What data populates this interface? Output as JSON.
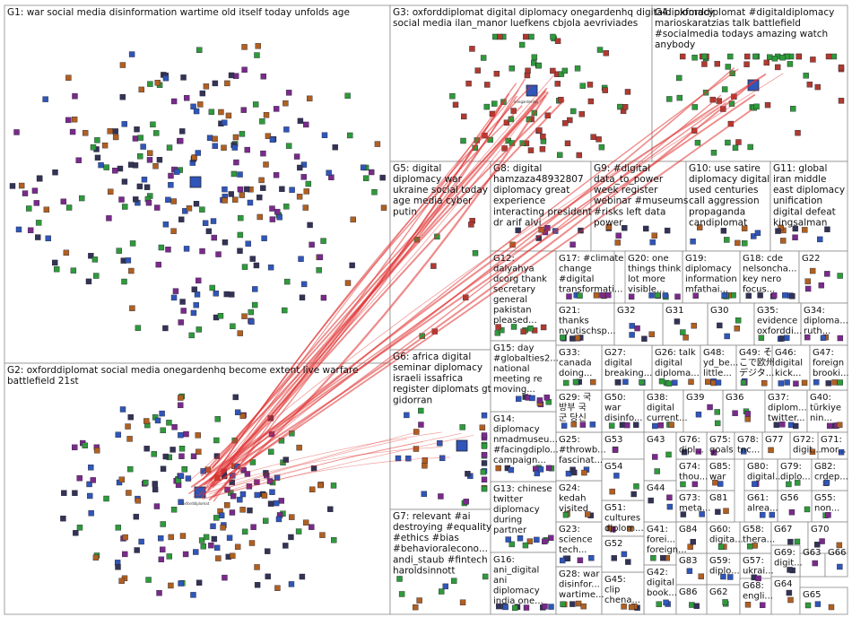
{
  "groups": [
    {
      "id": "G1",
      "lines": [
        "G1: war social media disinformation wartime old itself today unfolds age"
      ]
    },
    {
      "id": "G2",
      "lines": [
        "G2: oxforddiplomat social media onegardenhq become extent live warfare",
        "battlefield 21st"
      ]
    },
    {
      "id": "G3",
      "lines": [
        "G3: oxforddiplomat digital diplomacy onegardenhq digitaldiplomacy",
        "social media ilan_manor luefkens cbjola aevriviades"
      ]
    },
    {
      "id": "G4",
      "lines": [
        "G4: oxforddiplomat #digitaldiplomacy",
        "marioskaratzias talk battlefield",
        "#socialmedia todays amazing watch",
        "anybody"
      ]
    },
    {
      "id": "G5",
      "lines": [
        "G5: digital",
        "diplomacy war",
        "ukraine social today",
        "age media cyber",
        "putin"
      ]
    },
    {
      "id": "G6",
      "lines": [
        "G6: africa digital",
        "seminar diplomacy",
        "israeli issafrica",
        "register diplomats gt",
        "gidorran"
      ]
    },
    {
      "id": "G7",
      "lines": [
        "G7: relevant #ai",
        "destroying #equality",
        "#ethics #bias",
        "#behavioraleconо...",
        "andi_staub #fintech",
        "haroldsinnott"
      ]
    },
    {
      "id": "G8",
      "lines": [
        "G8: digital",
        "hamzaza48932807",
        "diplomacy great",
        "experience",
        "interacting president",
        "dr arif alvi"
      ]
    },
    {
      "id": "G9",
      "lines": [
        "G9: #digital",
        "data_to_power",
        "week register",
        "webinar #museums",
        "#risks left data",
        "power"
      ]
    },
    {
      "id": "G10",
      "lines": [
        "G10: use satire",
        "diplomacy digital",
        "used centuries",
        "call aggression",
        "propaganda",
        "candiplomat"
      ]
    },
    {
      "id": "G11",
      "lines": [
        "G11: global",
        "iran middle",
        "east diplomacy",
        "unification",
        "digital defeat",
        "kingsalman"
      ]
    },
    {
      "id": "G12",
      "lines": [
        "G12:",
        "dalyahya",
        "dcorg thank",
        "secretary",
        "general",
        "pakistan",
        "pleased..."
      ]
    },
    {
      "id": "G13",
      "lines": [
        "G13: chinese",
        "twitter",
        "diplomacy",
        "during",
        "partner"
      ]
    },
    {
      "id": "G14",
      "lines": [
        "G14:",
        "diplomacy",
        "nmadmuseu...",
        "#facingdiplo...",
        "campaign..."
      ]
    },
    {
      "id": "G15",
      "lines": [
        "G15: day",
        "#globalties2...",
        "national",
        "meeting re",
        "moving..."
      ]
    },
    {
      "id": "G16",
      "lines": [
        "G16:",
        "ani_digital",
        "ani",
        "diplomacy",
        "india one..."
      ]
    },
    {
      "id": "G17",
      "lines": [
        "G17: #climate",
        "change",
        "#digital",
        "transformati..."
      ]
    },
    {
      "id": "G18",
      "lines": [
        "G18: cde",
        "nelsoncha...",
        "key nero",
        "focus..."
      ]
    },
    {
      "id": "G19",
      "lines": [
        "G19:",
        "diplomacy",
        "information",
        "mfathai..."
      ]
    },
    {
      "id": "G20",
      "lines": [
        "G20: one",
        "things think",
        "lot more",
        "visible..."
      ]
    },
    {
      "id": "G21",
      "lines": [
        "G21:",
        "thanks",
        "nyutischsp..."
      ]
    },
    {
      "id": "G22",
      "lines": [
        "G22"
      ]
    },
    {
      "id": "G23",
      "lines": [
        "G23:",
        "science",
        "tech..."
      ]
    },
    {
      "id": "G24",
      "lines": [
        "G24:",
        "kedah",
        "visited"
      ]
    },
    {
      "id": "G25",
      "lines": [
        "G25:",
        "#throwb...",
        "fascinat..."
      ]
    },
    {
      "id": "G26",
      "lines": [
        "G26: talk",
        "digital",
        "diploma..."
      ]
    },
    {
      "id": "G27",
      "lines": [
        "G27:",
        "digital",
        "breaking..."
      ]
    },
    {
      "id": "G28",
      "lines": [
        "G28: war",
        "disinfor...",
        "wartime..."
      ]
    },
    {
      "id": "G29",
      "lines": [
        "G29: 국",
        "방부 국",
        "군 당신"
      ]
    },
    {
      "id": "G30",
      "lines": [
        "G30"
      ]
    },
    {
      "id": "G31",
      "lines": [
        "G31"
      ]
    },
    {
      "id": "G32",
      "lines": [
        "G32"
      ]
    },
    {
      "id": "G33",
      "lines": [
        "G33:",
        "canada",
        "doing..."
      ]
    },
    {
      "id": "G34",
      "lines": [
        "G34:",
        "diploma...",
        "ruth..."
      ]
    },
    {
      "id": "G35",
      "lines": [
        "G35:",
        "evidence",
        "oxforddi..."
      ]
    },
    {
      "id": "G36",
      "lines": [
        "G36"
      ]
    },
    {
      "id": "G37",
      "lines": [
        "G37:",
        "diplom...",
        "twitter..."
      ]
    },
    {
      "id": "G38",
      "lines": [
        "G38:",
        "digital",
        "current..."
      ]
    },
    {
      "id": "G39",
      "lines": [
        "G39"
      ]
    },
    {
      "id": "G40",
      "lines": [
        "G40:",
        "türkiye",
        "nin..."
      ]
    },
    {
      "id": "G41",
      "lines": [
        "G41:",
        "forei...",
        "foreign..."
      ]
    },
    {
      "id": "G42",
      "lines": [
        "G42:",
        "digital",
        "book..."
      ]
    },
    {
      "id": "G43",
      "lines": [
        "G43"
      ]
    },
    {
      "id": "G44",
      "lines": [
        "G44"
      ]
    },
    {
      "id": "G45",
      "lines": [
        "G45:",
        "clip",
        "chena..."
      ]
    },
    {
      "id": "G46",
      "lines": [
        "G46:",
        "digital",
        "kick..."
      ]
    },
    {
      "id": "G47",
      "lines": [
        "G47:",
        "foreign",
        "brooki..."
      ]
    },
    {
      "id": "G48",
      "lines": [
        "G48:",
        "yd_be...",
        "little..."
      ]
    },
    {
      "id": "G49",
      "lines": [
        "G49: そ",
        "こで欧州",
        "デジタ..."
      ]
    },
    {
      "id": "G50",
      "lines": [
        "G50:",
        "war",
        "disinfo..."
      ]
    },
    {
      "id": "G51",
      "lines": [
        "G51:",
        "cultures",
        "diplom..."
      ]
    },
    {
      "id": "G52",
      "lines": [
        "G52"
      ]
    },
    {
      "id": "G53",
      "lines": [
        "G53"
      ]
    },
    {
      "id": "G54",
      "lines": [
        "G54"
      ]
    },
    {
      "id": "G55",
      "lines": [
        "G55:",
        "non..."
      ]
    },
    {
      "id": "G56",
      "lines": [
        "G56"
      ]
    },
    {
      "id": "G57",
      "lines": [
        "G57:",
        "ukrai..."
      ]
    },
    {
      "id": "G58",
      "lines": [
        "G58:",
        "thera..."
      ]
    },
    {
      "id": "G59",
      "lines": [
        "G59:",
        "diplo..."
      ]
    },
    {
      "id": "G60",
      "lines": [
        "G60:",
        "digita..."
      ]
    },
    {
      "id": "G61",
      "lines": [
        "G61:",
        "alrea..."
      ]
    },
    {
      "id": "G62",
      "lines": [
        "G62"
      ]
    },
    {
      "id": "G63",
      "lines": [
        "G63"
      ]
    },
    {
      "id": "G64",
      "lines": [
        "G64"
      ]
    },
    {
      "id": "G65",
      "lines": [
        "G65"
      ]
    },
    {
      "id": "G66",
      "lines": [
        "G66"
      ]
    },
    {
      "id": "G67",
      "lines": [
        "G67"
      ]
    },
    {
      "id": "G68",
      "lines": [
        "G68:",
        "engli..."
      ]
    },
    {
      "id": "G69",
      "lines": [
        "G69:",
        "digit..."
      ]
    },
    {
      "id": "G70",
      "lines": [
        "G70"
      ]
    },
    {
      "id": "G71",
      "lines": [
        "G71:",
        "mor..."
      ]
    },
    {
      "id": "G72",
      "lines": [
        "G72:",
        "digit..."
      ]
    },
    {
      "id": "G73",
      "lines": [
        "G73:",
        "meta..."
      ]
    },
    {
      "id": "G74",
      "lines": [
        "G74:",
        "thou..."
      ]
    },
    {
      "id": "G75",
      "lines": [
        "G75:",
        "goals"
      ]
    },
    {
      "id": "G76",
      "lines": [
        "G76:",
        "dipl..."
      ]
    },
    {
      "id": "G77",
      "lines": [
        "G77"
      ]
    },
    {
      "id": "G78",
      "lines": [
        "G78:",
        "tnc..."
      ]
    },
    {
      "id": "G79",
      "lines": [
        "G79:",
        "diplo..."
      ]
    },
    {
      "id": "G80",
      "lines": [
        "G80:",
        "digital..."
      ]
    },
    {
      "id": "G81",
      "lines": [
        "G81"
      ]
    },
    {
      "id": "G82",
      "lines": [
        "G82:",
        "crdep..."
      ]
    },
    {
      "id": "G83",
      "lines": [
        "G83"
      ]
    },
    {
      "id": "G84",
      "lines": [
        "G84"
      ]
    },
    {
      "id": "G85",
      "lines": [
        "G85:",
        "war"
      ]
    },
    {
      "id": "G86",
      "lines": [
        "G86"
      ]
    }
  ],
  "node_labels": [
    "oxforddiplomat",
    "onegardenhq"
  ],
  "colors": {
    "border": "#8a8a8a",
    "edge_gray": "#9a9a9a",
    "edge_red": "#e03030",
    "node_blue": "#2f56b8",
    "node_green": "#2f9a3a",
    "node_dark": "#333355"
  }
}
